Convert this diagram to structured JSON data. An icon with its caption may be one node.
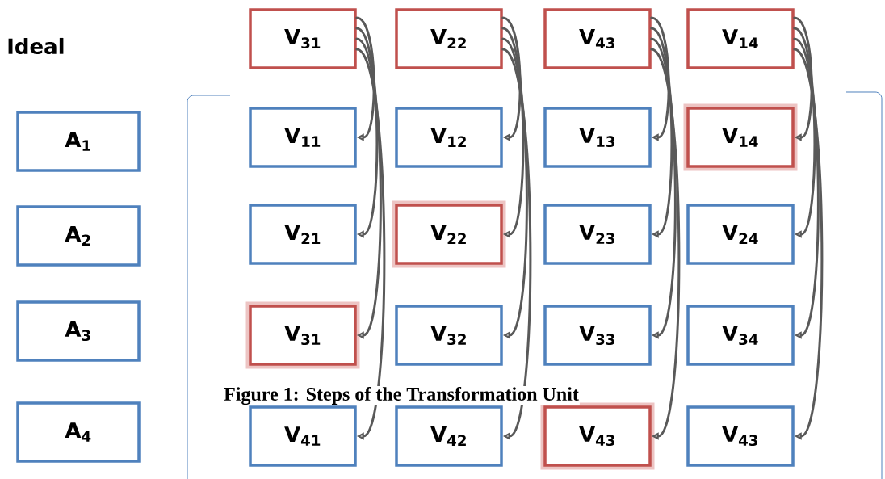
{
  "diagram": {
    "title": "Ideal",
    "caption": "Figure 1: Steps of the Transformation Unit",
    "nodes": [
      {
        "text": [
          "V$_{31}$"
        ]
      },
      {
        "text": [
          "V$_{22}$"
        ]
      },
      {
        "text": [
          "V$_{43}$"
        ]
      },
      {
        "text": [
          "V$_{14}$"
        ]
      },
      {
        "text": [
          "A$_{1}$"
        ]
      },
      {
        "text": [
          "V$_{11}$"
        ]
      },
      {
        "text": [
          "V$_{12}$"
        ]
      },
      {
        "text": [
          "V$_{13}$"
        ]
      },
      {
        "text": [
          "V$_{14}$"
        ]
      },
      {
        "text": [
          "A$_{2}$"
        ]
      },
      {
        "text": [
          "V$_{21}$"
        ]
      },
      {
        "text": [
          "V$_{22}$"
        ]
      },
      {
        "text": [
          "V$_{23}$"
        ]
      },
      {
        "text": [
          "V$_{24}$"
        ]
      },
      {
        "text": [
          "A$_{3}$"
        ]
      },
      {
        "text": [
          "V$_{31}$"
        ]
      },
      {
        "text": [
          "V$_{32}$"
        ]
      },
      {
        "text": [
          "V$_{33}$"
        ]
      },
      {
        "text": [
          "V$_{34}$"
        ]
      },
      {
        "text": [
          "A$_{4}$"
        ]
      },
      {
        "text": [
          "V$_{41}$"
        ]
      },
      {
        "text": [
          "V$_{42}$"
        ]
      },
      {
        "text": [
          "V$_{43}$"
        ]
      },
      {
        "text": [
          "V$_{43}$"
        ]
      }
    ],
    "edges": [
      {
        "from": 0,
        "to": 5,
        "arrow": "to"
      },
      {
        "from": 0,
        "to": 10,
        "arrow": "to"
      },
      {
        "from": 0,
        "to": 15,
        "arrow": "to"
      },
      {
        "from": 0,
        "to": 20,
        "arrow": "to"
      },
      {
        "from": 1,
        "to": 6,
        "arrow": "to"
      },
      {
        "from": 1,
        "to": 11,
        "arrow": "to"
      },
      {
        "from": 1,
        "to": 16,
        "arrow": "to"
      },
      {
        "from": 1,
        "to": 21,
        "arrow": "to"
      },
      {
        "from": 2,
        "to": 7,
        "arrow": "to"
      },
      {
        "from": 2,
        "to": 12,
        "arrow": "to"
      },
      {
        "from": 2,
        "to": 17,
        "arrow": "to"
      },
      {
        "from": 2,
        "to": 22,
        "arrow": "to"
      },
      {
        "from": 3,
        "to": 8,
        "arrow": "to"
      },
      {
        "from": 3,
        "to": 13,
        "arrow": "to"
      },
      {
        "from": 3,
        "to": 18,
        "arrow": "to"
      },
      {
        "from": 3,
        "to": 23,
        "arrow": "to"
      }
    ]
  }
}
